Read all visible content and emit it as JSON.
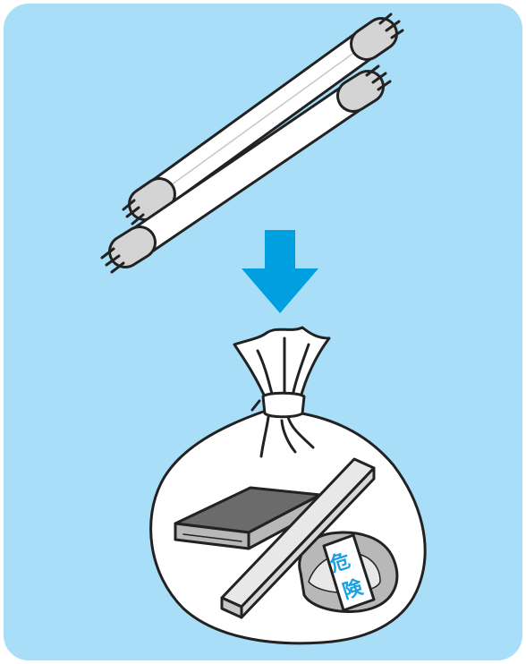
{
  "illustration": {
    "subject": "fluorescent-tube-disposal",
    "label_text": "危険",
    "label_char_1": "危",
    "label_char_2": "険"
  },
  "colors": {
    "panel_background": "#a8def8",
    "arrow": "#00a0e0",
    "outline": "#222222",
    "tube_body": "#ffffff",
    "tube_cap": "#d4d4d4",
    "bag": "#ffffff",
    "box_top": "#6b6b6b",
    "box_side": "#b8b8b8",
    "wrapped_stick": "#e8e8e8",
    "label_text_color": "#1da1e0"
  },
  "icons": {
    "tubes": "fluorescent-tube-icon",
    "arrow": "arrow-down-icon",
    "bag": "trash-bag-icon"
  }
}
